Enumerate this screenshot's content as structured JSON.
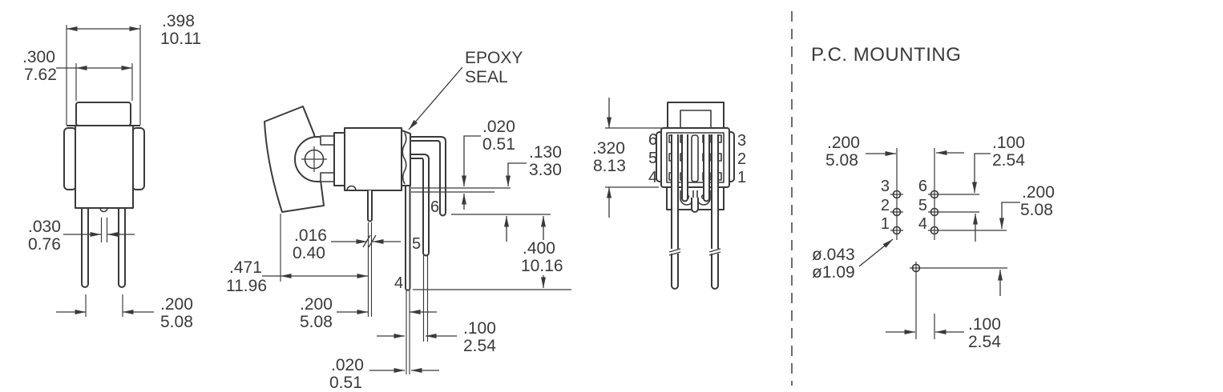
{
  "front_view": {
    "dims": {
      "overall_width": {
        "in": ".398",
        "mm": "10.11"
      },
      "rocker_width": {
        "in": ".300",
        "mm": "7.62"
      },
      "tip_width": {
        "in": ".030",
        "mm": "0.76"
      },
      "pin_spacing": {
        "in": ".200",
        "mm": "5.08"
      }
    }
  },
  "side_view": {
    "epoxy_seal_label": [
      "EPOXY",
      "SEAL"
    ],
    "dims": {
      "terminal_thickness": {
        "in": ".020",
        "mm": "0.51"
      },
      "terminal_offset": {
        "in": ".130",
        "mm": "3.30"
      },
      "pin_length": {
        "in": ".400",
        "mm": "10.16"
      },
      "front_pin_thickness": {
        "in": ".016",
        "mm": "0.40"
      },
      "overall_depth": {
        "in": ".471",
        "mm": "11.96"
      },
      "pin_spacing_a": {
        "in": ".200",
        "mm": "5.08"
      },
      "pin_spacing_b": {
        "in": ".100",
        "mm": "2.54"
      },
      "pin4_thickness": {
        "in": ".020",
        "mm": "0.51"
      }
    },
    "pin_labels": [
      "6",
      "5",
      "4"
    ]
  },
  "rear_view": {
    "dims": {
      "body_height": {
        "in": ".320",
        "mm": "8.13"
      }
    },
    "left_pin_labels": [
      "6",
      "5",
      "4"
    ],
    "right_pin_labels": [
      "3",
      "2",
      "1"
    ]
  },
  "pc_mounting": {
    "title": "P.C. MOUNTING",
    "dims": {
      "column_spacing": {
        "in": ".200",
        "mm": "5.08"
      },
      "row_spacing": {
        "in": ".100",
        "mm": "2.54"
      },
      "hole_row_offset": {
        "in": ".200",
        "mm": "5.08"
      },
      "hole_col_offset": {
        "in": ".100",
        "mm": "2.54"
      },
      "hole_diameter": {
        "in": "ø.043",
        "mm": "ø1.09"
      }
    },
    "left_hole_labels": [
      "3",
      "2",
      "1"
    ],
    "right_hole_labels": [
      "6",
      "5",
      "4"
    ]
  }
}
